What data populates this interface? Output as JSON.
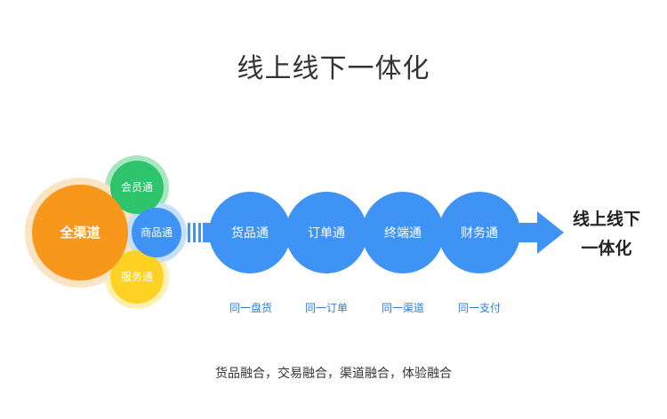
{
  "title": "线上线下一体化",
  "hub": {
    "main": "全渠道",
    "top": "会员通",
    "middle": "商品通",
    "bottom": "服务通"
  },
  "pipeline": [
    {
      "label": "货品通",
      "sub": "同一盘货"
    },
    {
      "label": "订单通",
      "sub": "同一订单"
    },
    {
      "label": "终端通",
      "sub": "同一渠道"
    },
    {
      "label": "财务通",
      "sub": "同一支付"
    }
  ],
  "result": {
    "line1": "线上线下",
    "line2": "一体化"
  },
  "footer": "货品融合，交易融合，渠道融合，体验融合",
  "colors": {
    "orange": "#F7981D",
    "orange_halo": "#FBE4C4",
    "green": "#2DC46B",
    "green_halo": "#A8E6C1",
    "blue": "#3E93F5",
    "blue_halo": "#C8DFFA",
    "yellow": "#FDD222",
    "yellow_halo": "#FDF0B0",
    "sub_label": "#2E7FD8"
  }
}
